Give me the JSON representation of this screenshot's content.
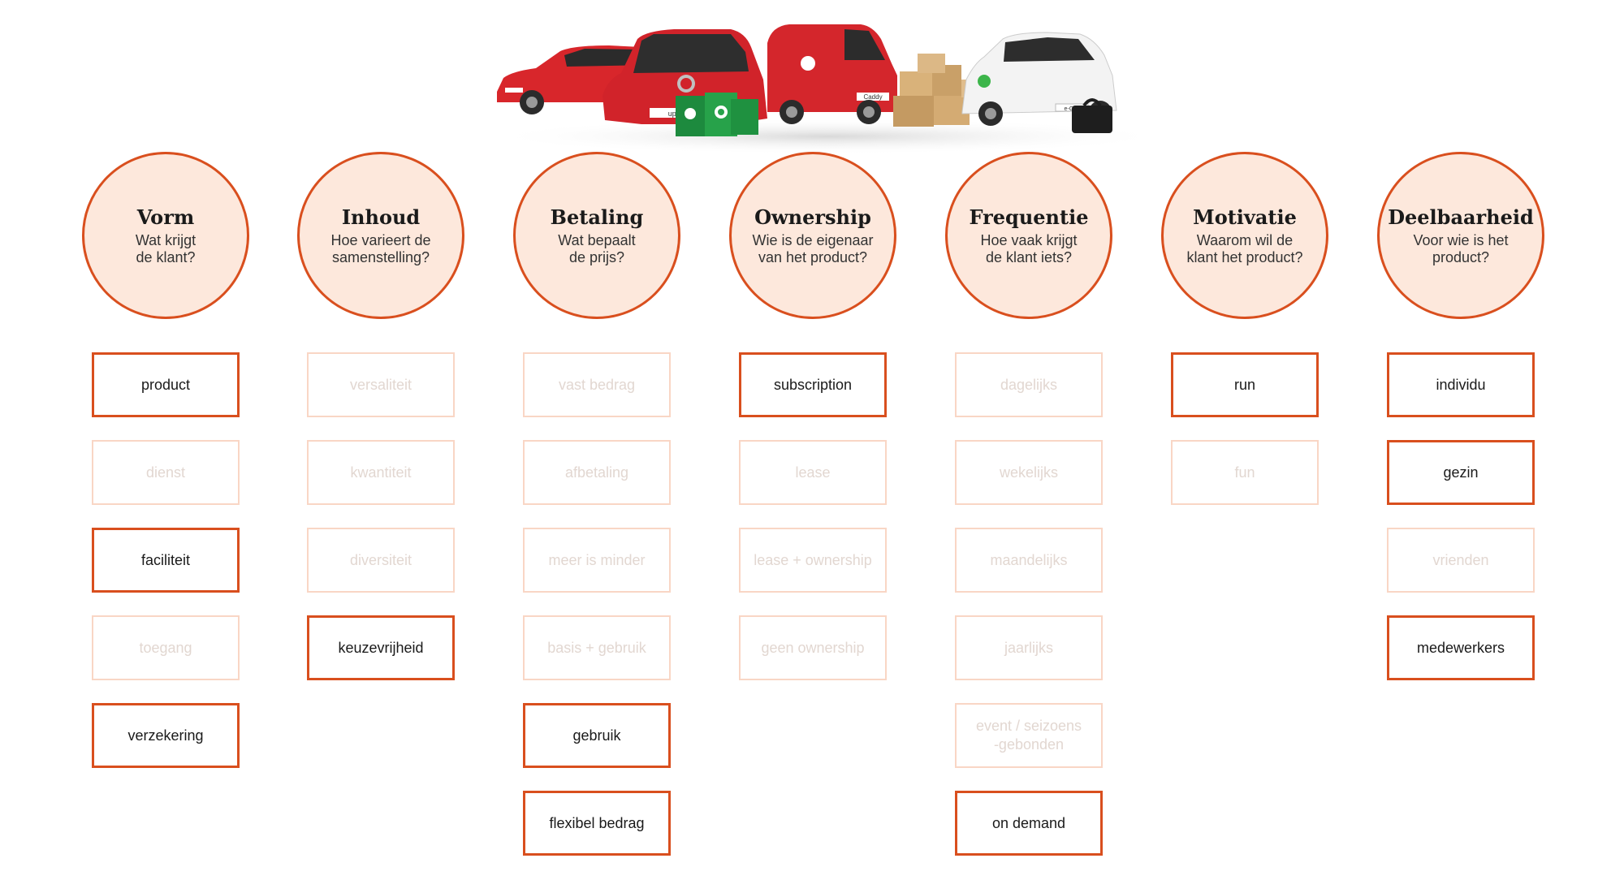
{
  "colors": {
    "accent": "#d94f1e",
    "circle_fill": "#fde8dc",
    "inactive_border": "#f9d6c5",
    "inactive_text": "#e2d7d1",
    "active_text": "#1a1a1a"
  },
  "hero": {
    "icon": "vehicles-and-packages-image",
    "labels": {
      "up": "up!",
      "caddy": "Caddy",
      "egolf": "e-Golf"
    }
  },
  "columns": [
    {
      "id": "vorm",
      "title": "Vorm",
      "subtitle": "Wat krijgt\nde klant?",
      "options": [
        {
          "label": "product",
          "selected": true
        },
        {
          "label": "dienst",
          "selected": false
        },
        {
          "label": "faciliteit",
          "selected": true
        },
        {
          "label": "toegang",
          "selected": false
        },
        {
          "label": "verzekering",
          "selected": true
        }
      ]
    },
    {
      "id": "inhoud",
      "title": "Inhoud",
      "subtitle": "Hoe varieert de\nsamenstelling?",
      "options": [
        {
          "label": "versaliteit",
          "selected": false
        },
        {
          "label": "kwantiteit",
          "selected": false
        },
        {
          "label": "diversiteit",
          "selected": false
        },
        {
          "label": "keuzevrijheid",
          "selected": true
        }
      ]
    },
    {
      "id": "betaling",
      "title": "Betaling",
      "subtitle": "Wat bepaalt\nde prijs?",
      "options": [
        {
          "label": "vast bedrag",
          "selected": false
        },
        {
          "label": "afbetaling",
          "selected": false
        },
        {
          "label": "meer is minder",
          "selected": false
        },
        {
          "label": "basis + gebruik",
          "selected": false
        },
        {
          "label": "gebruik",
          "selected": true
        },
        {
          "label": "flexibel bedrag",
          "selected": true
        }
      ]
    },
    {
      "id": "ownership",
      "title": "Ownership",
      "subtitle": "Wie is de eigenaar\nvan het product?",
      "options": [
        {
          "label": "subscription",
          "selected": true
        },
        {
          "label": "lease",
          "selected": false
        },
        {
          "label": "lease + ownership",
          "selected": false
        },
        {
          "label": "geen ownership",
          "selected": false
        }
      ]
    },
    {
      "id": "frequentie",
      "title": "Frequentie",
      "subtitle": "Hoe vaak krijgt\nde klant iets?",
      "options": [
        {
          "label": "dagelijks",
          "selected": false
        },
        {
          "label": "wekelijks",
          "selected": false
        },
        {
          "label": "maandelijks",
          "selected": false
        },
        {
          "label": "jaarlijks",
          "selected": false
        },
        {
          "label": "event / seizoens\n-gebonden",
          "selected": false
        },
        {
          "label": "on demand",
          "selected": true
        }
      ]
    },
    {
      "id": "motivatie",
      "title": "Motivatie",
      "subtitle": "Waarom wil de\nklant het product?",
      "options": [
        {
          "label": "run",
          "selected": true
        },
        {
          "label": "fun",
          "selected": false
        }
      ]
    },
    {
      "id": "deelbaarheid",
      "title": "Deelbaarheid",
      "subtitle": "Voor wie is het\nproduct?",
      "options": [
        {
          "label": "individu",
          "selected": true
        },
        {
          "label": "gezin",
          "selected": true
        },
        {
          "label": "vrienden",
          "selected": false
        },
        {
          "label": "medewerkers",
          "selected": true
        }
      ]
    }
  ]
}
